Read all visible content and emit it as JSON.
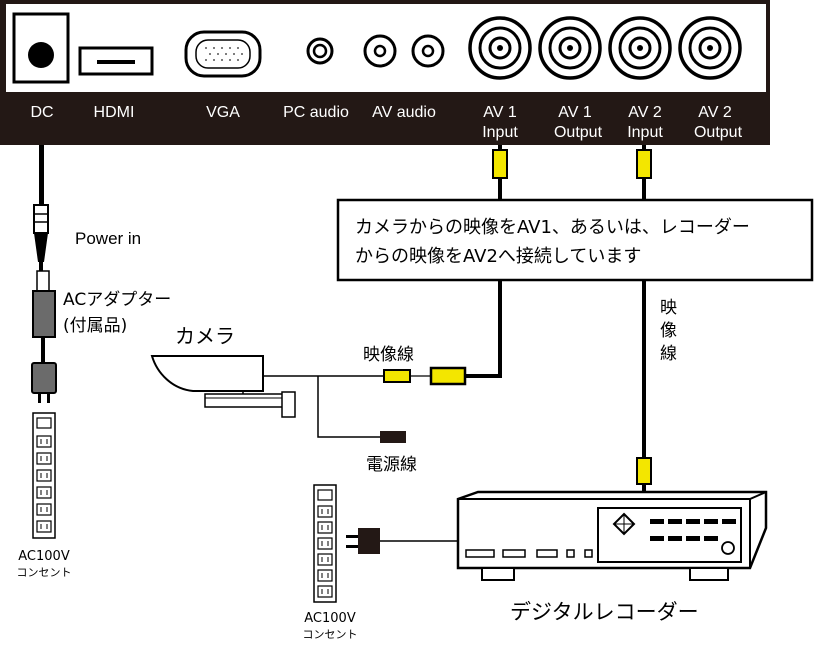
{
  "panel": {
    "ports": [
      {
        "label": "DC"
      },
      {
        "label": "HDMI"
      },
      {
        "label": "VGA"
      },
      {
        "label": "PC audio"
      },
      {
        "label": "AV audio"
      },
      {
        "label_line1": "AV 1",
        "label_line2": "Input"
      },
      {
        "label_line1": "AV 1",
        "label_line2": "Output"
      },
      {
        "label_line1": "AV 2",
        "label_line2": "Input"
      },
      {
        "label_line1": "AV 2",
        "label_line2": "Output"
      }
    ]
  },
  "callout": {
    "line1": "カメラからの映像をAV1、あるいは、レコーダー",
    "line2": "からの映像をAV2へ接続しています"
  },
  "labels": {
    "power_in": "Power in",
    "adapter_line1": "ACアダプター",
    "adapter_line2": "(付属品)",
    "camera": "カメラ",
    "video_cable": "映像線",
    "video_cable_vertical": [
      "映",
      "像",
      "線"
    ],
    "power_cable": "電源線",
    "outlet_left_line1": "AC100V",
    "outlet_left_line2": "コンセント",
    "outlet_bottom_line1": "AC100V",
    "outlet_bottom_line2": "コンセント",
    "recorder": "デジタルレコーダー"
  },
  "colors": {
    "panel": "#231815",
    "connector_yellow": "#f3e600",
    "adapter_gray": "#6b6b6b"
  }
}
